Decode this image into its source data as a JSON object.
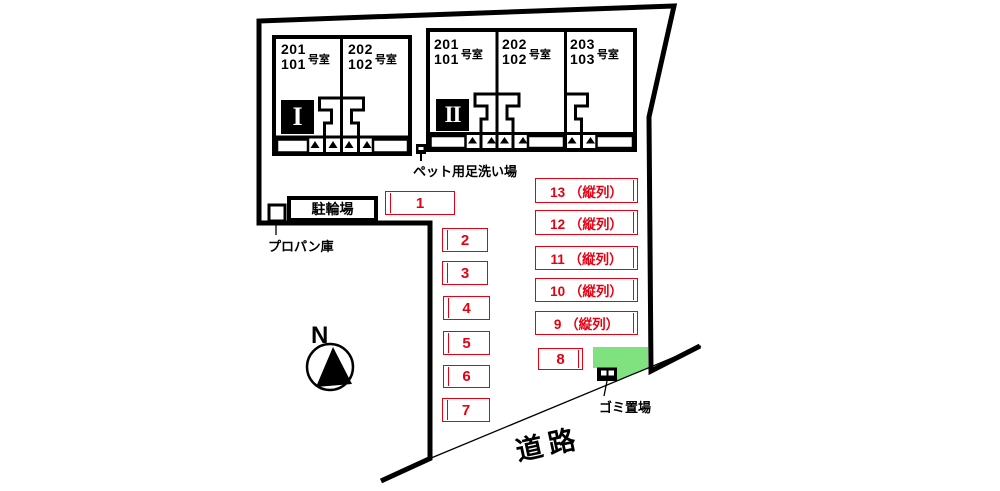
{
  "site": {
    "road_label": "道路",
    "north_label": "N"
  },
  "buildings": [
    {
      "badge": "I",
      "units": [
        {
          "upper": "201",
          "lower": "101",
          "suffix": "号室"
        },
        {
          "upper": "202",
          "lower": "102",
          "suffix": "号室"
        }
      ]
    },
    {
      "badge": "II",
      "units": [
        {
          "upper": "201",
          "lower": "101",
          "suffix": "号室"
        },
        {
          "upper": "202",
          "lower": "102",
          "suffix": "号室"
        },
        {
          "upper": "203",
          "lower": "103",
          "suffix": "号室"
        }
      ]
    }
  ],
  "facilities": {
    "pet_wash": "ペット用足洗い場",
    "bicycle_parking": "駐輪場",
    "propane": "プロパン庫",
    "garbage": "ゴミ置場"
  },
  "parking": {
    "stalls": [
      {
        "label": "1"
      },
      {
        "label": "2"
      },
      {
        "label": "3"
      },
      {
        "label": "4"
      },
      {
        "label": "5"
      },
      {
        "label": "6"
      },
      {
        "label": "7"
      },
      {
        "label": "8"
      },
      {
        "label": "9 （縦列）"
      },
      {
        "label": "10 （縦列）"
      },
      {
        "label": "11 （縦列）"
      },
      {
        "label": "12 （縦列）"
      },
      {
        "label": "13 （縦列）"
      }
    ]
  },
  "colors": {
    "stall_red": "#e60012",
    "garbage_green": "#80e27f",
    "line_black": "#000000"
  }
}
